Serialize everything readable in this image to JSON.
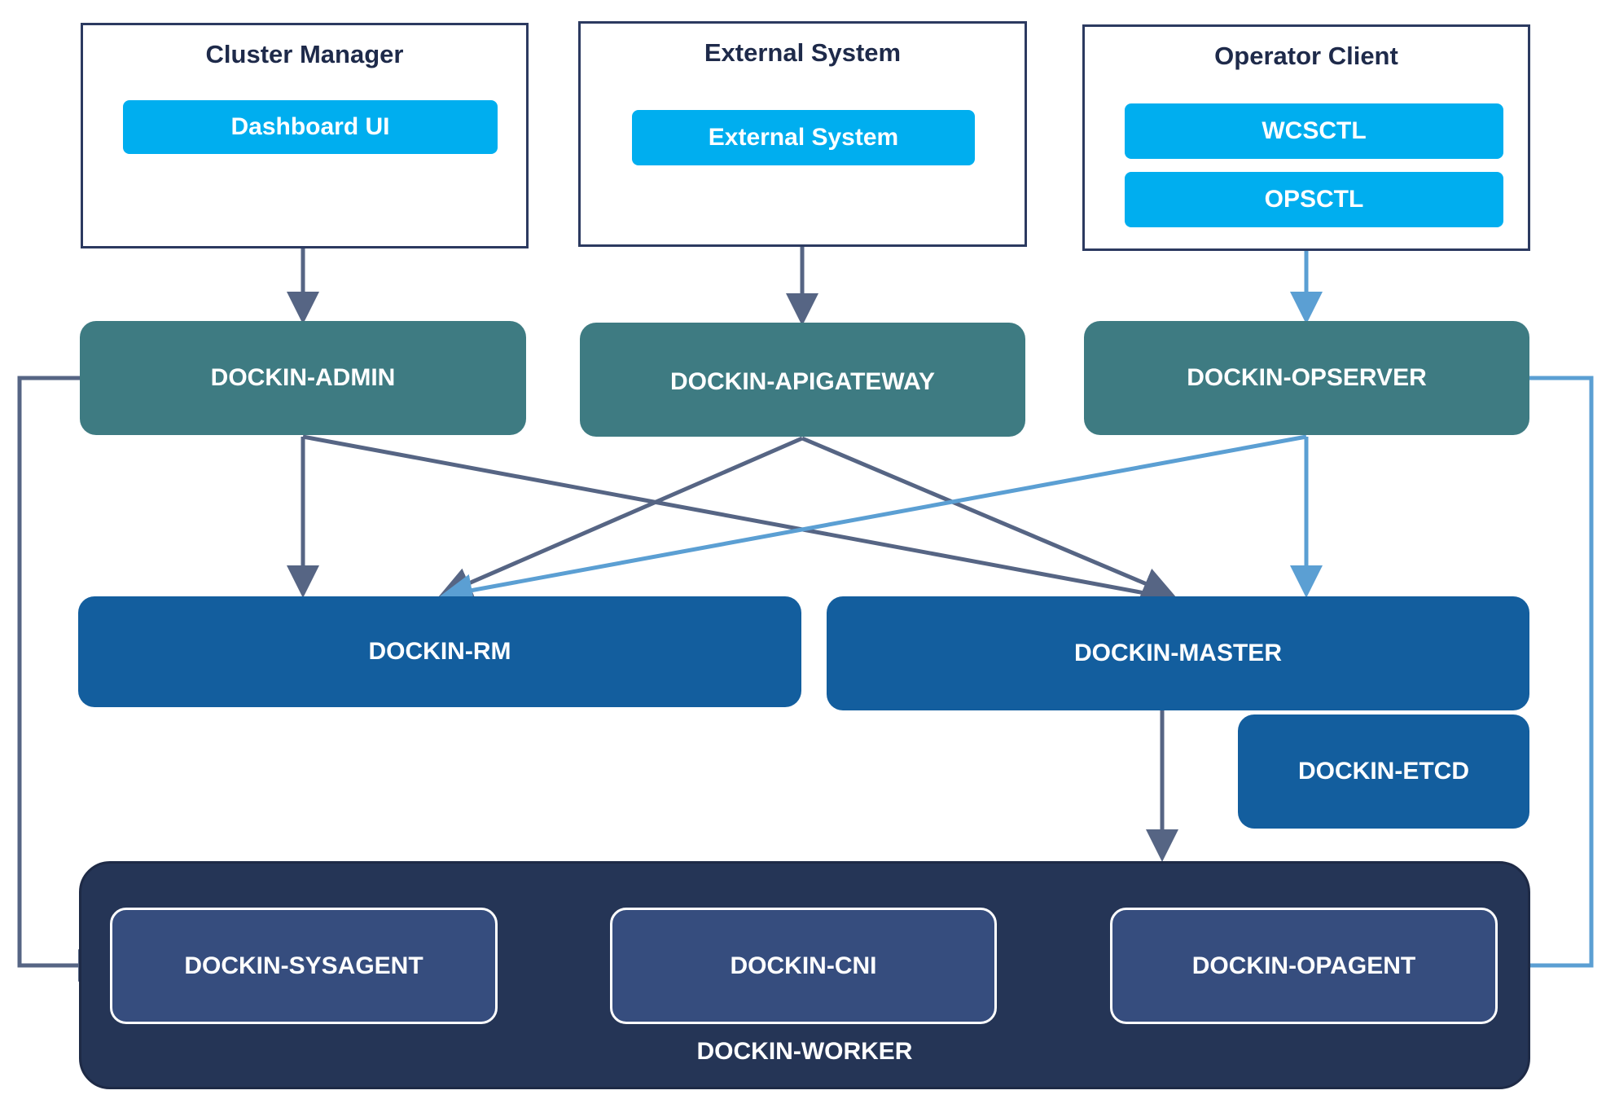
{
  "colors": {
    "frame_border": "#2c3a60",
    "chip": "#00aeef",
    "service_teal": "#3e7b82",
    "service_blue": "#135e9e",
    "worker_bg": "#253556",
    "agent_bg": "#364d7e",
    "arrow_dark": "#566584",
    "arrow_light": "#5b9fd3"
  },
  "clients": {
    "cluster_manager": {
      "title": "Cluster Manager",
      "items": [
        "Dashboard UI"
      ]
    },
    "external_system": {
      "title": "External System",
      "items": [
        "External System"
      ]
    },
    "operator_client": {
      "title": "Operator Client",
      "items": [
        "WCSCTL",
        "OPSCTL"
      ]
    }
  },
  "services": {
    "admin": "DOCKIN-ADMIN",
    "apigateway": "DOCKIN-APIGATEWAY",
    "opserver": "DOCKIN-OPSERVER",
    "rm": "DOCKIN-RM",
    "master": "DOCKIN-MASTER",
    "etcd": "DOCKIN-ETCD"
  },
  "worker": {
    "label": "DOCKIN-WORKER",
    "agents": [
      "DOCKIN-SYSAGENT",
      "DOCKIN-CNI",
      "DOCKIN-OPAGENT"
    ]
  }
}
